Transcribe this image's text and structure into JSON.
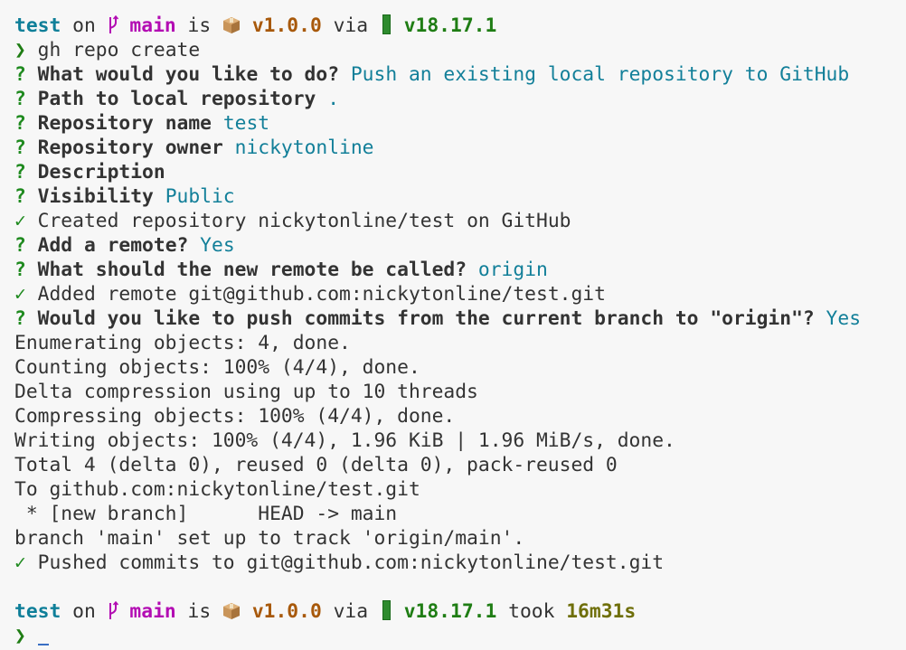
{
  "colors": {
    "background": "#f7f7f7",
    "text": "#333333",
    "directory": "#0f7f99",
    "branch": "#b30cb3",
    "package_version": "#a8590b",
    "node_version": "#1f7d14",
    "duration": "#6f6f0a",
    "question_mark": "#1f8a1f",
    "answer": "#127f99"
  },
  "prompt1": {
    "dir": "test",
    "on": " on ",
    "branch_icon": "git-branch-icon",
    "branch": "main",
    "is": " is ",
    "package_icon": "package-icon",
    "package_version": "v1.0.0",
    "via": " via ",
    "node_icon": "nodejs-icon",
    "node_version": "v18.17.1"
  },
  "command": {
    "prompt_symbol": "❯",
    "text": "gh repo create"
  },
  "interactive": [
    {
      "type": "question",
      "marker": "?",
      "label": "What would you like to do?",
      "answer": "Push an existing local repository to GitHub"
    },
    {
      "type": "question",
      "marker": "?",
      "label": "Path to local repository",
      "answer": "."
    },
    {
      "type": "question",
      "marker": "?",
      "label": "Repository name",
      "answer": "test"
    },
    {
      "type": "question",
      "marker": "?",
      "label": "Repository owner",
      "answer": "nickytonline"
    },
    {
      "type": "question",
      "marker": "?",
      "label": "Description",
      "answer": ""
    },
    {
      "type": "question",
      "marker": "?",
      "label": "Visibility",
      "answer": "Public"
    },
    {
      "type": "success",
      "marker": "✓",
      "text": "Created repository nickytonline/test on GitHub"
    },
    {
      "type": "question",
      "marker": "?",
      "label": "Add a remote?",
      "answer": "Yes"
    },
    {
      "type": "question",
      "marker": "?",
      "label": "What should the new remote be called?",
      "answer": "origin"
    },
    {
      "type": "success",
      "marker": "✓",
      "text": "Added remote git@github.com:nickytonline/test.git"
    },
    {
      "type": "question",
      "marker": "?",
      "label": "Would you like to push commits from the current branch to \"origin\"?",
      "answer": "Yes"
    }
  ],
  "git_output": [
    "Enumerating objects: 4, done.",
    "Counting objects: 100% (4/4), done.",
    "Delta compression using up to 10 threads",
    "Compressing objects: 100% (4/4), done.",
    "Writing objects: 100% (4/4), 1.96 KiB | 1.96 MiB/s, done.",
    "Total 4 (delta 0), reused 0 (delta 0), pack-reused 0",
    "To github.com:nickytonline/test.git",
    " * [new branch]      HEAD -> main",
    "branch 'main' set up to track 'origin/main'."
  ],
  "final_success": {
    "marker": "✓",
    "text": "Pushed commits to git@github.com:nickytonline/test.git"
  },
  "prompt2": {
    "dir": "test",
    "on": " on ",
    "branch": "main",
    "is": " is ",
    "package_version": "v1.0.0",
    "via": " via ",
    "node_version": "v18.17.1",
    "took": " took ",
    "duration": "16m31s"
  },
  "input_prompt": {
    "prompt_symbol": "❯",
    "value": ""
  }
}
